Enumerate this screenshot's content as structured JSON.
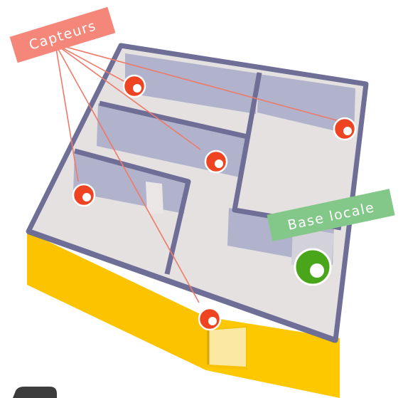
{
  "labels": {
    "sensors": "Capteurs",
    "local_base": "Base locale"
  },
  "colors": {
    "sensor_label_bg": "#f5877a",
    "base_label_bg": "#83c888",
    "sensor_dot": "#ee4422",
    "base_dot": "#49a51a",
    "walls": "#6e6e96",
    "exterior": "#fcc500",
    "link_lines": "#ee7a6a"
  },
  "icons": {
    "sensor": "sensor-icon",
    "base": "base-station-icon"
  },
  "sensors": [
    {
      "name": "sensor-upper-left-room"
    },
    {
      "name": "sensor-upper-right-room"
    },
    {
      "name": "sensor-central-corridor"
    },
    {
      "name": "sensor-left-room"
    },
    {
      "name": "sensor-entrance"
    }
  ]
}
